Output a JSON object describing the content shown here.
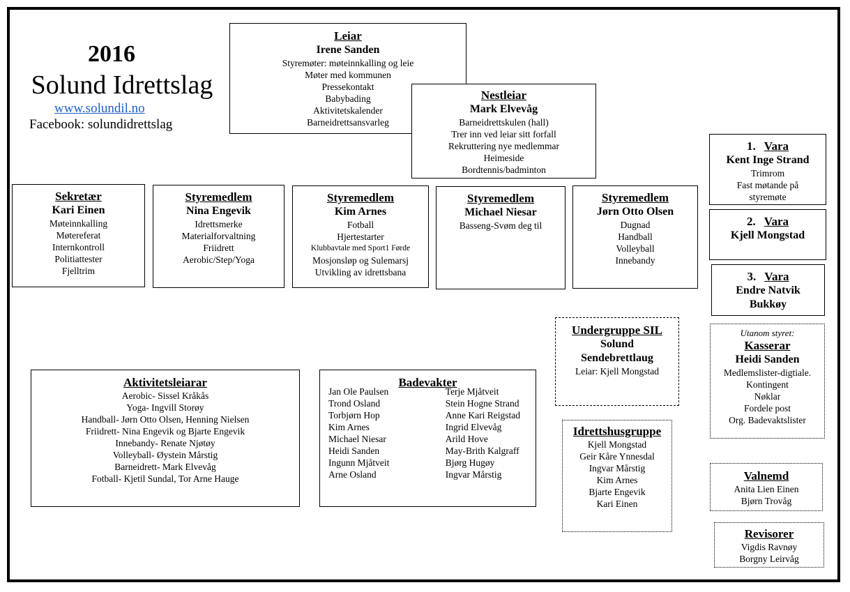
{
  "header": {
    "year": "2016",
    "club": "Solund Idrettslag",
    "website": "www.solundil.no",
    "facebook": "Facebook: solundidrettslag"
  },
  "leiar": {
    "title": "Leiar",
    "name": "Irene Sanden",
    "items": [
      "Styremøter: møteinnkalling og leie",
      "Møter med kommunen",
      "Pressekontakt",
      "Babybading",
      "Aktivitetskalender",
      "Barneidrettsansvarleg"
    ]
  },
  "nestleiar": {
    "title": "Nestleiar",
    "name": "Mark Elvevåg",
    "items": [
      "Barneidrettskulen (hall)",
      "Trer inn ved leiar sitt forfall",
      "Rekruttering nye medlemmar",
      "Heimeside",
      "Bordtennis/badminton"
    ]
  },
  "sekretaer": {
    "title": "Sekretær",
    "name": "Kari Einen",
    "items": [
      "Møteinnkalling",
      "Møtereferat",
      "Internkontroll",
      "Politiattester",
      "Fjelltrim"
    ]
  },
  "styremedlem1": {
    "title": "Styremedlem",
    "name": "Nina Engevik",
    "items": [
      "Idrettsmerke",
      "Materialforvaltning",
      "Friidrett",
      "Aerobic/Step/Yoga"
    ]
  },
  "styremedlem2": {
    "title": "Styremedlem",
    "name": "Kim Arnes",
    "items": [
      "Fotball",
      "Hjertestarter",
      "Klubbavtale med Sport1 Førde",
      "Mosjonsløp og Sulemarsj",
      "Utvikling av idrettsbana"
    ]
  },
  "styremedlem3": {
    "title": "Styremedlem",
    "name": "Michael Niesar",
    "items": [
      "Basseng-Svøm deg til"
    ]
  },
  "styremedlem4": {
    "title": "Styremedlem",
    "name": "Jørn Otto Olsen",
    "items": [
      "Dugnad",
      "Handball",
      "Volleyball",
      "Innebandy"
    ]
  },
  "vara1": {
    "num": "1.",
    "title": "Vara",
    "name": "Kent Inge Strand",
    "items": [
      "Trimrom",
      "Fast møtande på",
      "styremøte"
    ]
  },
  "vara2": {
    "num": "2.",
    "title": "Vara",
    "name": "Kjell Mongstad"
  },
  "vara3": {
    "num": "3.",
    "title": "Vara",
    "name": "Endre Natvik",
    "name2": "Bukkøy"
  },
  "undergruppe": {
    "title": "Undergruppe SIL",
    "name1": "Solund",
    "name2": "Sendebrettlaug",
    "leader": "Leiar: Kjell Mongstad"
  },
  "kasserar": {
    "note": "Utanom styret:",
    "title": "Kasserar",
    "name": "Heidi Sanden",
    "items": [
      "Medlemslister-digtiale.",
      "Kontingent",
      "Nøklar",
      "Fordele post",
      "Org. Badevaktslister"
    ]
  },
  "aktivitetsleiarar": {
    "title": "Aktivitetsleiarar",
    "items": [
      "Aerobic- Sissel Kråkås",
      "Yoga- Ingvill Storøy",
      "Handball- Jørn Otto Olsen, Henning Nielsen",
      "Friidrett- Nina Engevik og Bjarte Engevik",
      "Innebandy- Renate Njøtøy",
      "Volleyball- Øystein Mårstig",
      "Barneidrett- Mark Elvevåg",
      "Fotball- Kjetil Sundal, Tor Arne Hauge"
    ]
  },
  "badevakter": {
    "title": "Badevakter",
    "col1": [
      "Jan Ole Paulsen",
      "Trond Osland",
      "Torbjørn Hop",
      "Kim Arnes",
      "Michael Niesar",
      "Heidi Sanden",
      "Ingunn Mjåtveit",
      "Arne Osland"
    ],
    "col2": [
      "Terje Mjåtveit",
      "Stein Hogne Strand",
      "Anne Kari Reigstad",
      "Ingrid Elvevåg",
      "Arild Hove",
      "May-Brith Kalgraff",
      "Bjørg Hugøy",
      "Ingvar Mårstig"
    ]
  },
  "idrettshusgruppe": {
    "title": "Idrettshusgruppe",
    "items": [
      "Kjell Mongstad",
      "Geir Kåre Ynnesdal",
      "Ingvar Mårstig",
      "Kim Arnes",
      "Bjarte Engevik",
      "Kari Einen"
    ]
  },
  "valnemd": {
    "title": "Valnemd",
    "items": [
      "Anita Lien Einen",
      "Bjørn Trovåg"
    ]
  },
  "revisorer": {
    "title": "Revisorer",
    "items": [
      "Vigdis Ravnøy",
      "Borgny Leirvåg"
    ]
  }
}
